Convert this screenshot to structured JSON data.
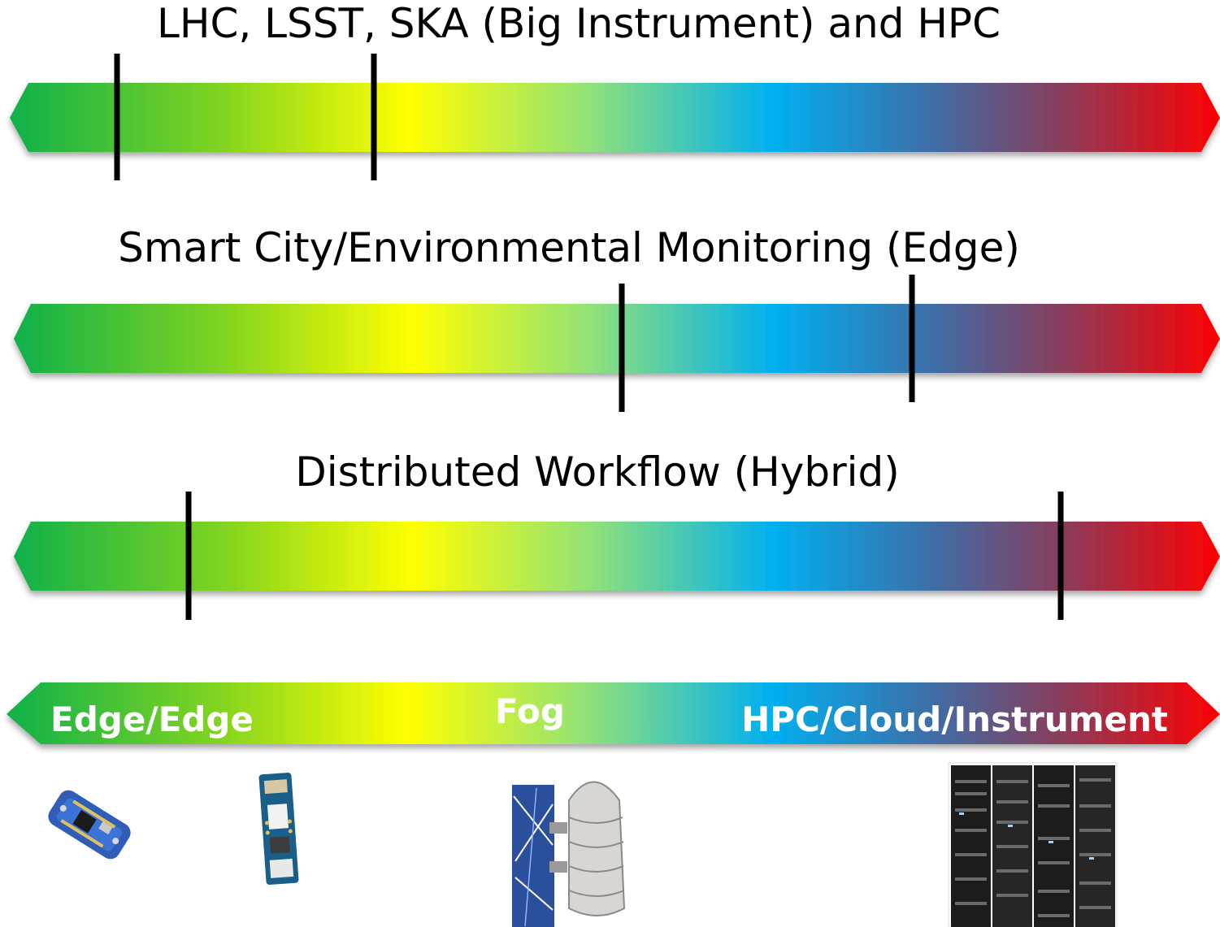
{
  "spectrum": {
    "colors": [
      "#0fb14a",
      "#7ed321",
      "#ffff00",
      "#8fe17a",
      "#00b0f0",
      "#3d6fa8",
      "#8a3c5a",
      "#ff0000"
    ],
    "left_label": "Edge/Edge",
    "middle_label": "Fog",
    "right_label": "HPC/Cloud/Instrument"
  },
  "bands": [
    {
      "title": "LHC, LSST, SKA (Big Instrument) and HPC"
    },
    {
      "title": "Smart City/Environmental Monitoring (Edge)"
    },
    {
      "title": "Distributed Workflow (Hybrid)"
    }
  ],
  "devices": [
    {
      "icon": "microcontroller-board-icon"
    },
    {
      "icon": "sensor-board-icon"
    },
    {
      "icon": "array-of-things-node-icon"
    },
    {
      "icon": "server-rack-icon"
    }
  ]
}
